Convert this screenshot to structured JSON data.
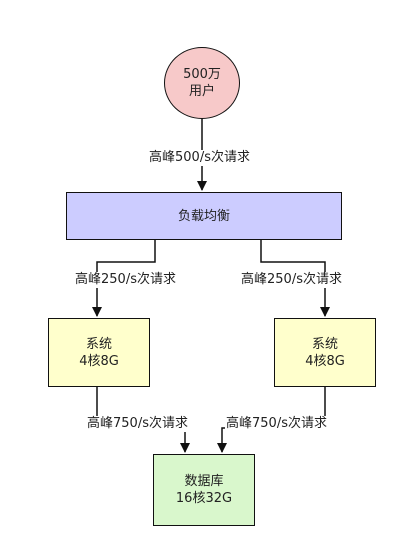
{
  "nodes": {
    "users": {
      "line1": "500万",
      "line2": "用户"
    },
    "load_balancer": {
      "label": "负载均衡"
    },
    "system_left": {
      "line1": "系统",
      "line2": "4核8G"
    },
    "system_right": {
      "line1": "系统",
      "line2": "4核8G"
    },
    "database": {
      "line1": "数据库",
      "line2": "16核32G"
    }
  },
  "edges": {
    "users_to_lb": "高峰500/s次请求",
    "lb_to_system_left": "高峰250/s次请求",
    "lb_to_system_right": "高峰250/s次请求",
    "system_left_to_db": "高峰750/s次请求",
    "system_right_to_db": "高峰750/s次请求"
  },
  "colors": {
    "users_fill": "#f7c9c9",
    "load_balancer_fill": "#ccccff",
    "system_fill": "#ffffcc",
    "database_fill": "#d9f7cc",
    "stroke": "#111111"
  }
}
